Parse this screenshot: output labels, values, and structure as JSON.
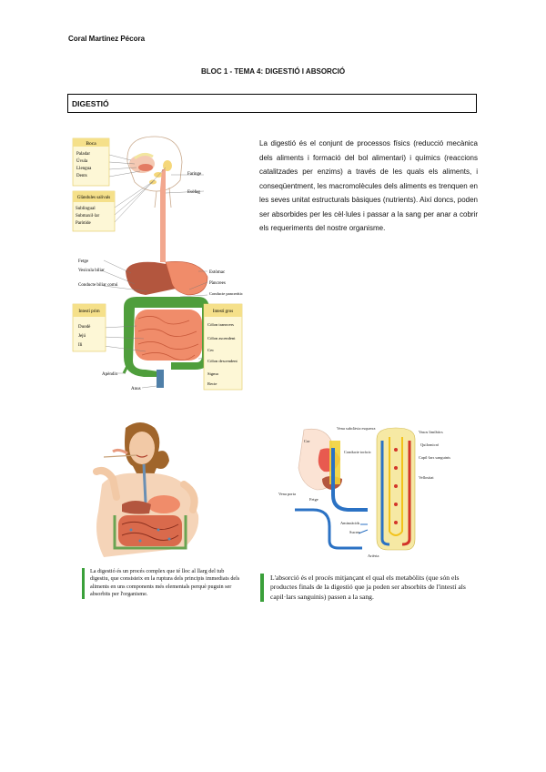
{
  "header": {
    "author": "Coral Martinez Pécora",
    "title": "BLOC 1 - TEMA 4: DIGESTIÓ I ABSORCIÓ"
  },
  "section": {
    "title": "DIGESTIÓ"
  },
  "intro": {
    "text": "La digestió és el conjunt de processos físics (reducció mecànica dels aliments i formació del bol alimentari) i químics (reaccions catalitzades per enzims) a través de les quals els aliments, i conseqüentment, les macromolècules dels aliments es trenquen en les seves unitat estructurals bàsiques (nutrients). Així doncs, poden ser absorbides per les cèl·lules i passar a la sang per anar a cobrir els requeriments del nostre organisme."
  },
  "figure1": {
    "box_boca": {
      "title": "Boca",
      "items": [
        "Paladar",
        "Úvula",
        "Llengua",
        "Dents"
      ]
    },
    "box_glandules": {
      "title": "Glàndules salivals",
      "items": [
        "Sublingual",
        "Submaxil·lar",
        "Paròtide"
      ]
    },
    "right_top": [
      "Faringe",
      "Esòfag"
    ],
    "left_mid": [
      "Fetge",
      "Vesícula biliar",
      "Conducte biliar comú"
    ],
    "right_mid": [
      "Estòmac",
      "Pàncrees",
      "Conducte pancreàtic"
    ],
    "box_intestiprim": {
      "title": "Intestí prim",
      "items": [
        "Duodè",
        "Jejú",
        "Ili"
      ]
    },
    "box_intestigros": {
      "title": "Intestí gros",
      "items": [
        "Còlon transvers",
        "Còlon ascendent",
        "Cec",
        "Còlon descendent",
        "Sigma",
        "Recte"
      ]
    },
    "bottom": [
      "Apèndix",
      "Anus"
    ]
  },
  "figure3": {
    "labels": [
      "Vena subclàvia esquerra",
      "Conducte toràcic",
      "Vasos limfàtics",
      "Capil·lars sanguinis",
      "Vellositat",
      "Vena porta",
      "Fetge",
      "Cor",
      "Quilomicró",
      "Aminoàcids",
      "Sucres",
      "Artèria"
    ]
  },
  "captions": {
    "left": "La digestió és un procés complex que té lloc al llarg del tub digestiu, que consisteix en la ruptura dels principis immediats dels aliments en uns components més elementals perquè puguin ser absorbits per l'organisme.",
    "right": "L'absorció és el procés mitjançant el qual els metabòlits (que són els productes finals de la digestió que ja poden ser absorbits de l'intestí als capil·lars sanguinis) passen a la sang."
  },
  "colors": {
    "caption_bar": "#3aa03a",
    "liver": "#b3563e",
    "small_intestine": "#f08c6a",
    "large_intestine": "#4f9e3c",
    "esophagus": "#f2a78e",
    "label_box_fill": "#fdf7d6"
  }
}
